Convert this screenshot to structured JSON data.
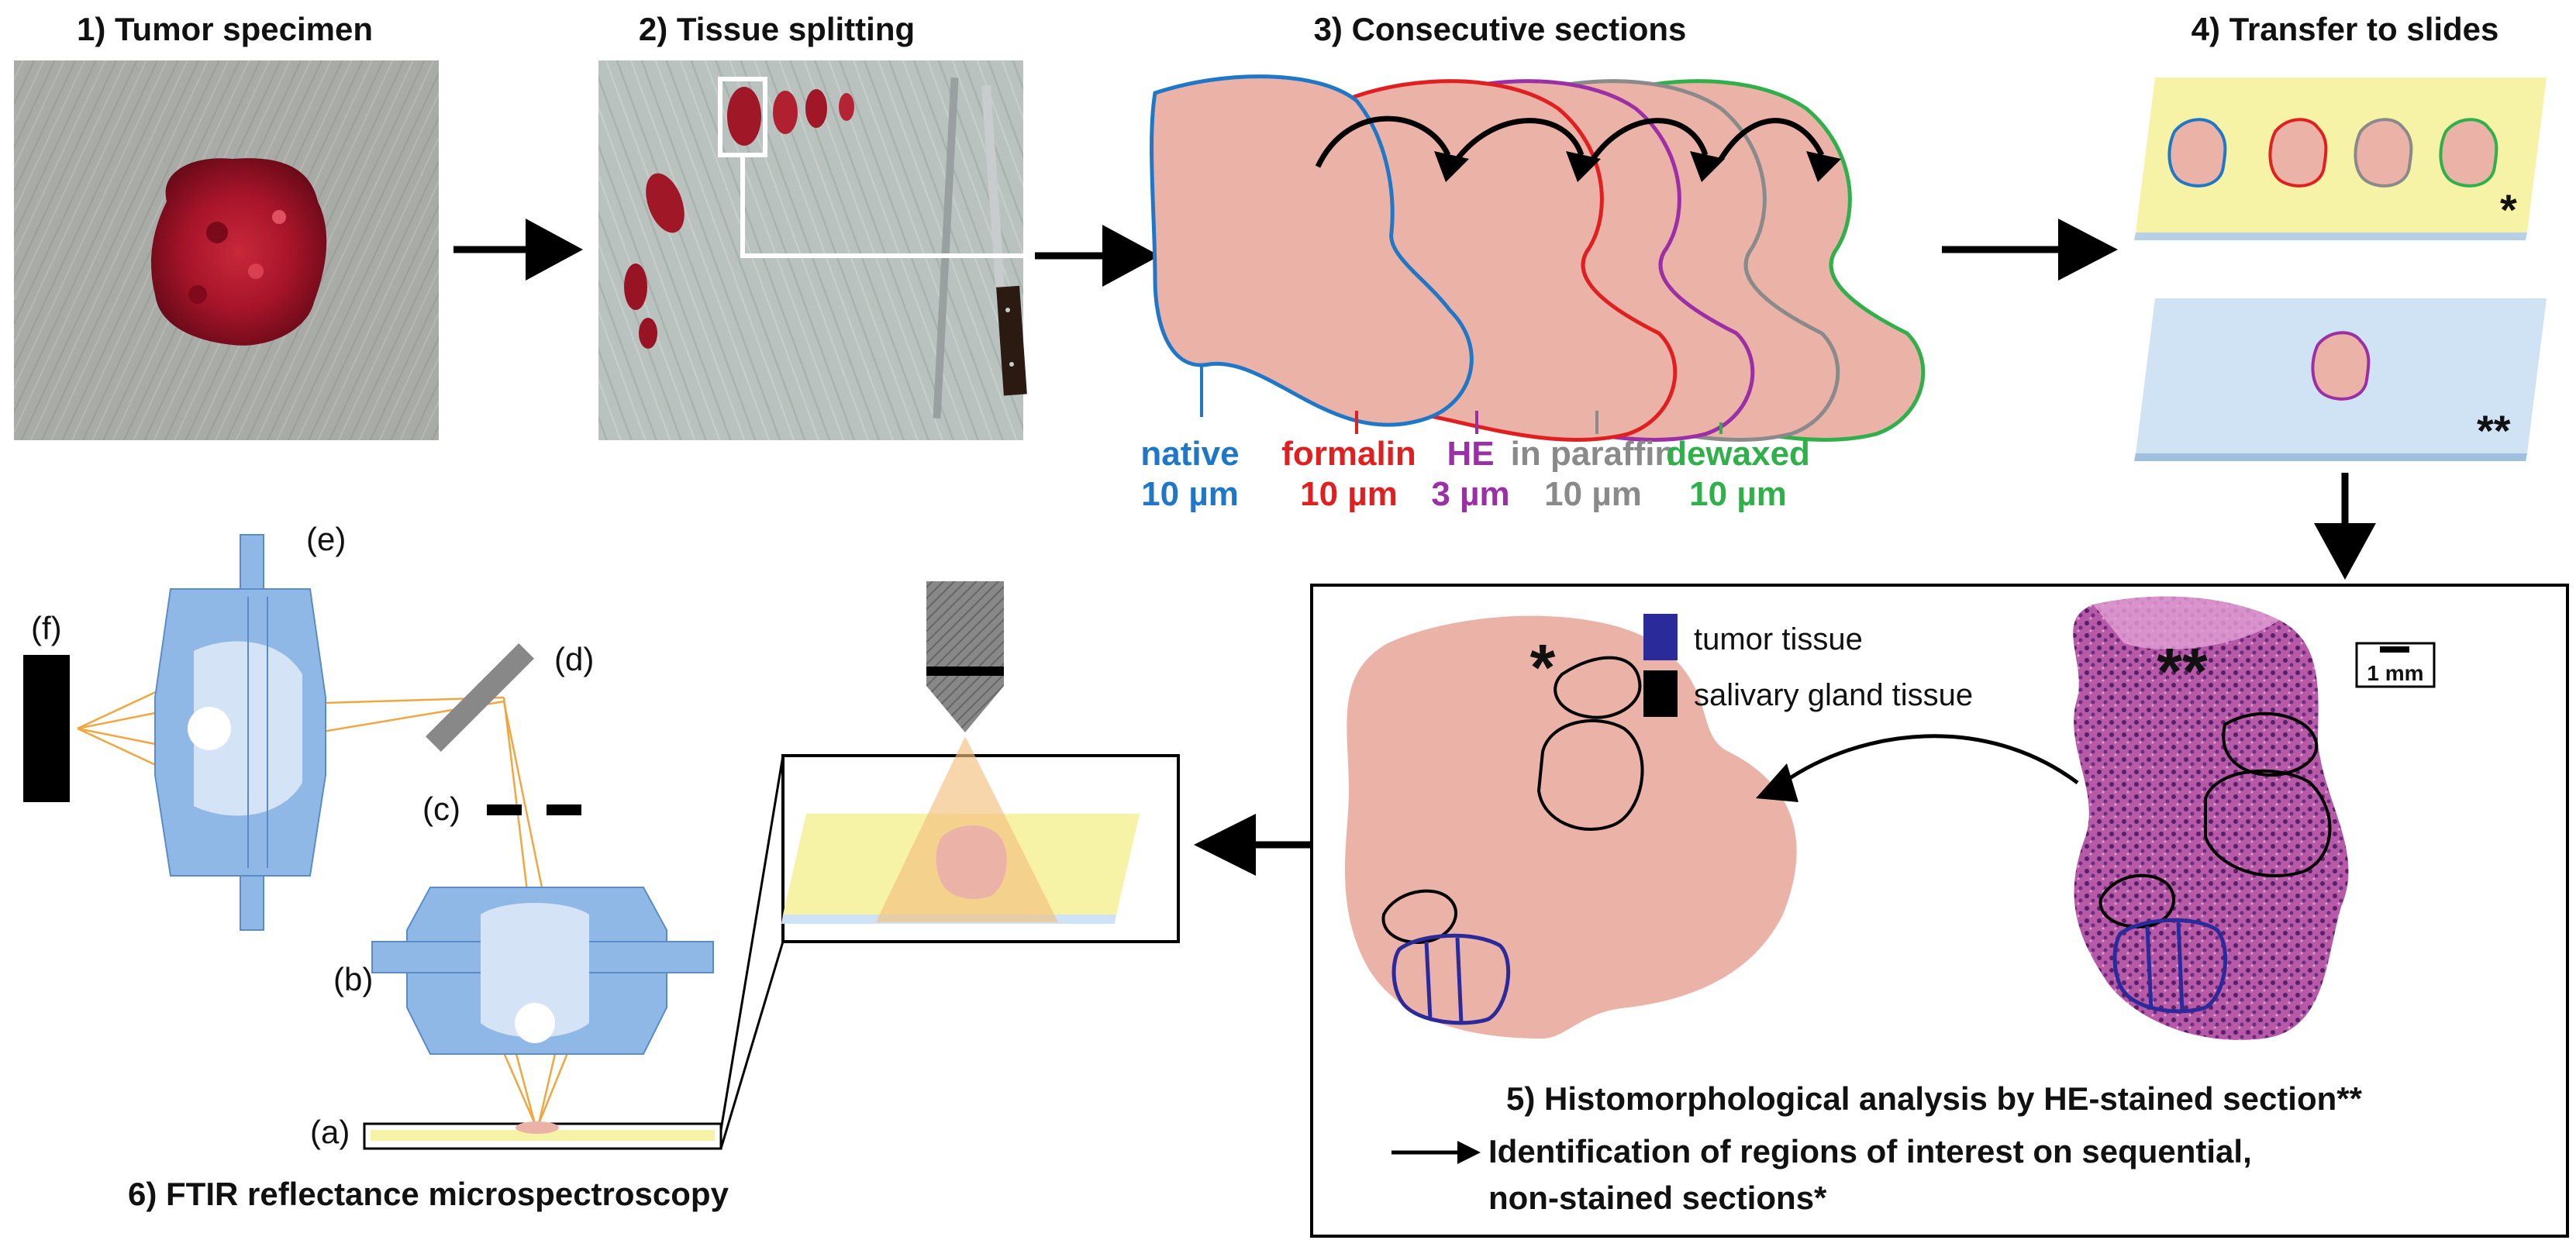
{
  "steps": {
    "s1": "1) Tumor specimen",
    "s2": "2) Tissue splitting",
    "s3": "3) Consecutive sections",
    "s4": "4) Transfer to slides",
    "s5": "5) Histomorphological analysis by HE-stained section**",
    "s5_sub1": "Identification of regions of interest on sequential,",
    "s5_sub2": "non-stained sections*",
    "s6": "6) FTIR reflectance microspectroscopy"
  },
  "sections": [
    {
      "name": "native",
      "thickness": "10 µm",
      "color": "#1f77c8"
    },
    {
      "name": "formalin",
      "thickness": "10 µm",
      "color": "#e02020"
    },
    {
      "name": "HE",
      "thickness": "3 µm",
      "color": "#9b2fa6"
    },
    {
      "name": "in paraffin",
      "thickness": "10 µm",
      "color": "#8a8a8a"
    },
    {
      "name": "dewaxed",
      "thickness": "10 µm",
      "color": "#2fb04a"
    }
  ],
  "slides": {
    "star1": "*",
    "star2": "**"
  },
  "legend": {
    "tumor": "tumor tissue",
    "gland": "salivary gland tissue",
    "tumor_color": "#2a2a9a",
    "gland_color": "#000000"
  },
  "analysis": {
    "star1": "*",
    "star2": "**",
    "scale": "1 mm"
  },
  "ftir": {
    "a": "(a)",
    "b": "(b)",
    "c": "(c)",
    "d": "(d)",
    "e": "(e)",
    "f": "(f)"
  },
  "colors": {
    "tissue": "#ebb3a8",
    "slide_yellow": "#f6f2a6",
    "slide_blue": "#cfe3f4",
    "optics_blue": "#8fb8e6",
    "ray": "#f2a640"
  }
}
